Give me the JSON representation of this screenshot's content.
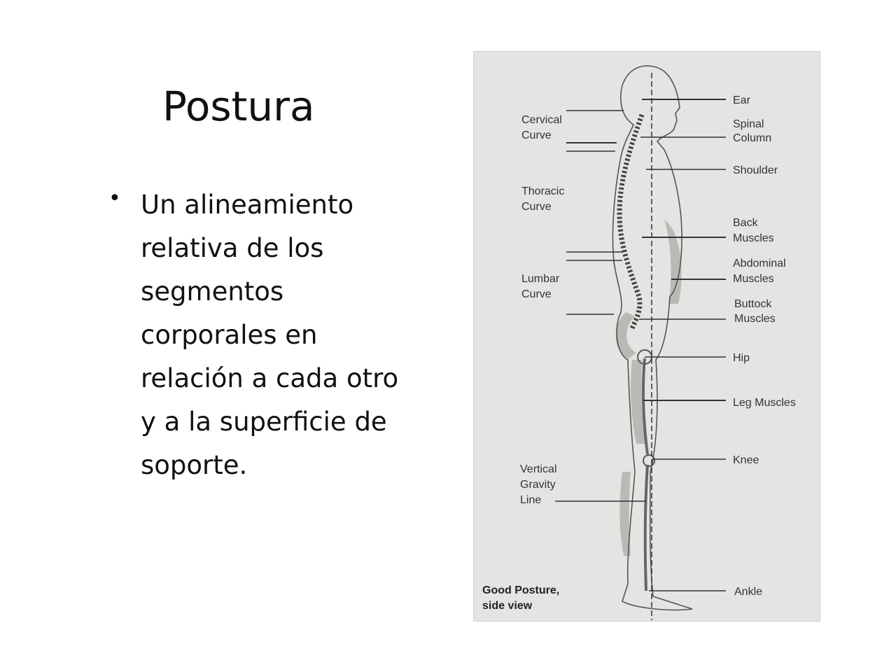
{
  "slide": {
    "title": "Postura",
    "bullet_lines": [
      "Un alineamiento",
      "relativa de los",
      "segmentos",
      "corporales en",
      "relación a cada otro",
      "y a la superficie de",
      "soporte."
    ]
  },
  "figure": {
    "left_labels": {
      "cervical_1": "Cervical",
      "cervical_2": "Curve",
      "thoracic_1": "Thoracic",
      "thoracic_2": "Curve",
      "lumbar_1": "Lumbar",
      "lumbar_2": "Curve",
      "vertical_1": "Vertical",
      "vertical_2": "Gravity",
      "vertical_3": "Line"
    },
    "right_labels": {
      "ear": "Ear",
      "spinal_1": "Spinal",
      "spinal_2": "Column",
      "shoulder": "Shoulder",
      "back_1": "Back",
      "back_2": "Muscles",
      "abdominal_1": "Abdominal",
      "abdominal_2": "Muscles",
      "buttock_1": "Buttock",
      "buttock_2": "Muscles",
      "hip": "Hip",
      "leg": "Leg Muscles",
      "knee": "Knee",
      "ankle": "Ankle"
    },
    "caption_1": "Good Posture,",
    "caption_2": "side view",
    "colors": {
      "background": "#e4e4e2",
      "muscle_shade": "#b9b9b6",
      "line": "#333333"
    }
  }
}
